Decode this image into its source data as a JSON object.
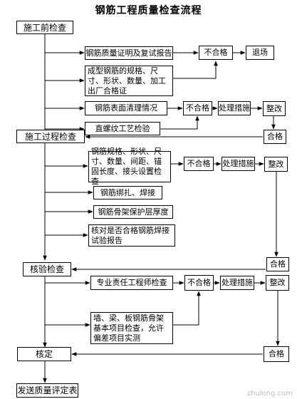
{
  "title": "钢筋工程质量检查流程",
  "nodes": {
    "pre_inspection": "施工前检查",
    "rebar_cert": "钢筋质量证明及复试报告",
    "fail_1": "不合格",
    "exit": "退场",
    "formed_rebar": "成型钢筋的规格、尺寸、形状、数量、加工出厂合格证",
    "surface_clean": "钢筋表面清理情况",
    "fail_2": "不合格",
    "measure_1": "处理措施",
    "rectify_1": "整改",
    "thread_test": "直螺纹工艺检验",
    "pass_1": "合格",
    "in_process": "施工过程检查",
    "rebar_spec": "钢筋规格、形状、尺寸、数量、间距、锚固长度、接头设置检查",
    "fail_3": "不合格",
    "measure_2": "处理措施",
    "rectify_2": "整改",
    "binding": "钢筋绑扎、焊接",
    "cover": "钢筋骨架保护层厚度",
    "weld_report": "核对是否合格钢筋焊接试验报告",
    "pass_2": "合格",
    "verify": "核验检查",
    "engineer_check": "专业责任工程师检查",
    "fail_4": "不合格",
    "measure_3": "处理措施",
    "rectify_3": "整改",
    "items_check": "墙、梁、板钢筋骨架基本项目检查，允许偏差项目实测",
    "confirm": "核定",
    "pass_3": "合格",
    "submit": "发送质量评定表"
  },
  "watermark": "zhulong.com"
}
